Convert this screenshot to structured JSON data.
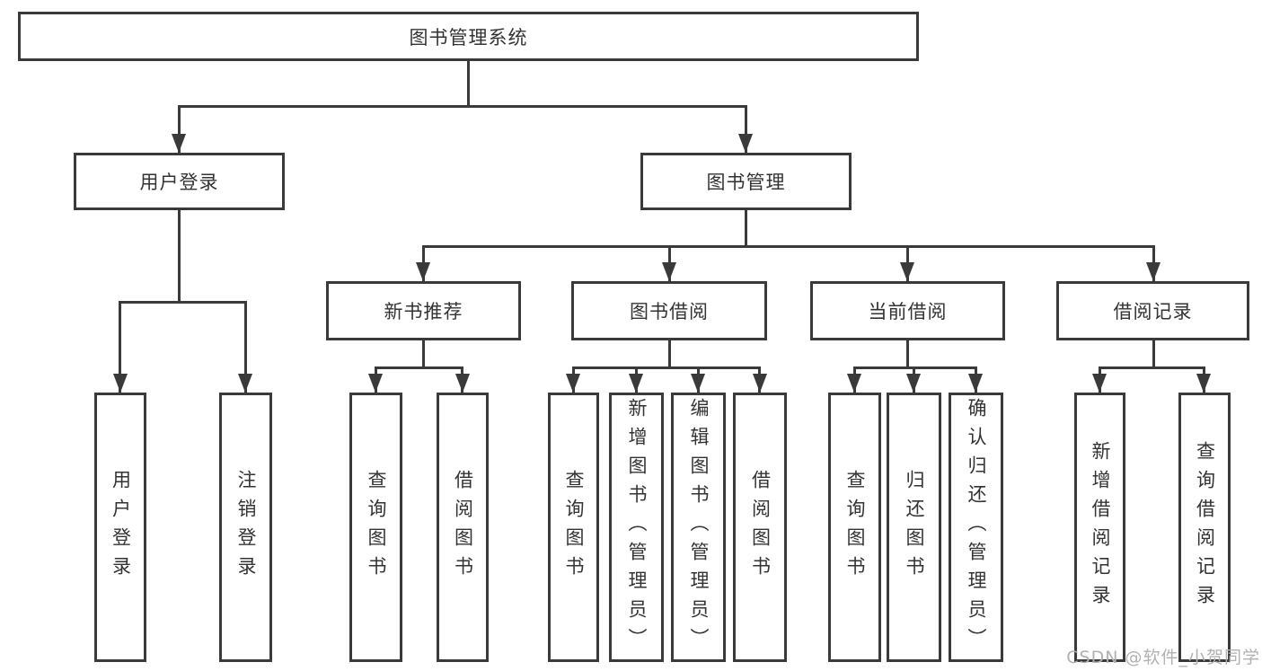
{
  "diagram": {
    "title": "图书管理系统",
    "tree": {
      "root": {
        "label": "图书管理系统"
      },
      "user": {
        "label": "用户登录",
        "children": [
          "用户登录",
          "注销登录"
        ]
      },
      "mgmt": {
        "label": "图书管理",
        "groups": [
          {
            "label": "新书推荐",
            "children": [
              "查询图书",
              "借阅图书"
            ]
          },
          {
            "label": "图书借阅",
            "children": [
              "查询图书",
              "新增图书（管理员）",
              "编辑图书（管理员）",
              "借阅图书"
            ]
          },
          {
            "label": "当前借阅",
            "children": [
              "查询图书",
              "归还图书",
              "确认归还（管理员）"
            ]
          },
          {
            "label": "借阅记录",
            "children": [
              "新增借阅记录",
              "查询借阅记录"
            ]
          }
        ]
      }
    }
  },
  "watermark": {
    "text": "CSDN @软件_小贺同学"
  },
  "colors": {
    "line": "#3a3a3a",
    "text": "#333333",
    "background": "#ffffff",
    "watermark": "#b1b1b1"
  }
}
